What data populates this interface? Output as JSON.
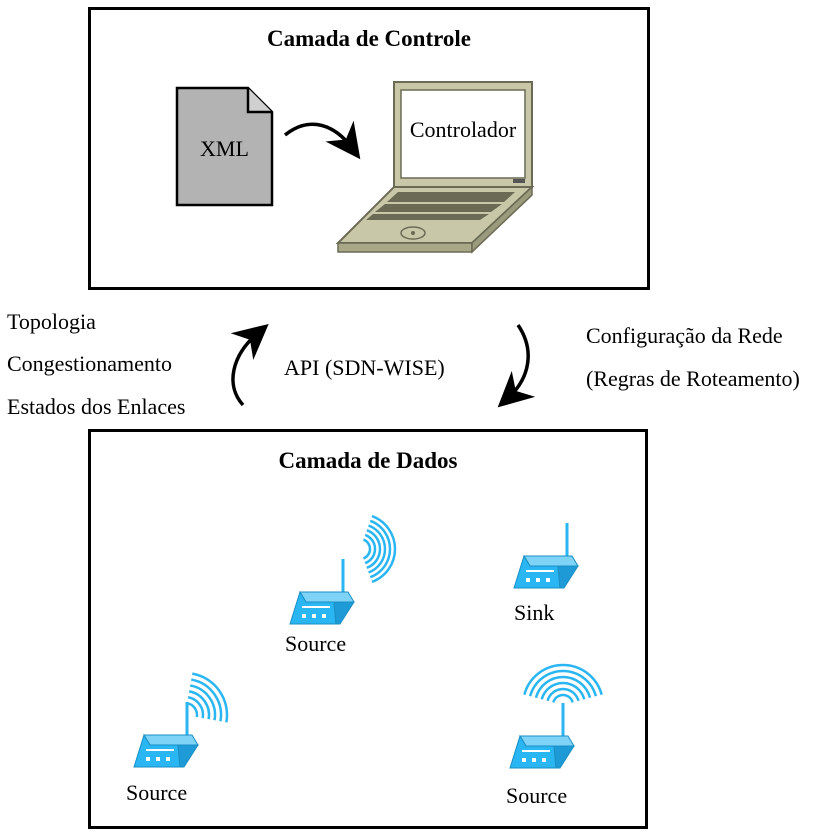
{
  "control_layer": {
    "title": "Camada de Controle",
    "xml_label": "XML",
    "controller_label": "Controlador"
  },
  "upward": {
    "lines": [
      "Topologia",
      "Congestionamento",
      "Estados dos Enlaces"
    ]
  },
  "api_label": "API (SDN-WISE)",
  "downward": {
    "lines": [
      "Configuração da Rede",
      "(Regras de Roteamento)"
    ]
  },
  "data_layer": {
    "title": "Camada de Dados",
    "nodes": [
      {
        "label": "Source"
      },
      {
        "label": "Sink"
      },
      {
        "label": "Source"
      },
      {
        "label": "Source"
      }
    ]
  },
  "colors": {
    "document_fill": "#b3b3b3",
    "laptop_body": "#c8c8a8",
    "sensor_blue": "#29b6f2",
    "border": "#000000"
  },
  "icons": [
    "document-icon",
    "laptop-icon",
    "curved-arrow-icon",
    "wireless-sensor-icon",
    "radio-waves-icon"
  ]
}
